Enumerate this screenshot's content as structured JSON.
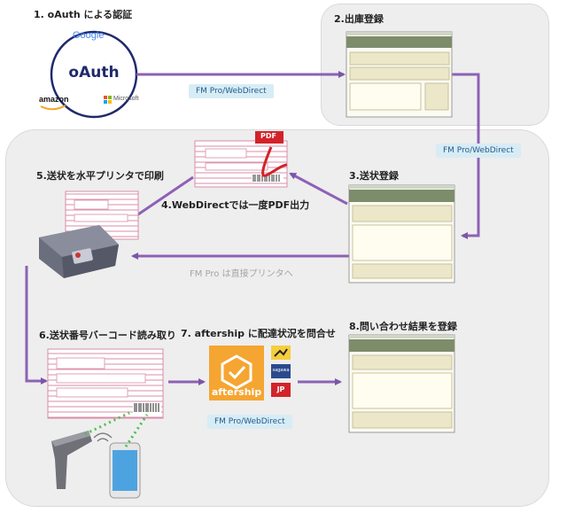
{
  "steps": {
    "s1": "1. oAuth による認証",
    "s2": "2.出庫登録",
    "s3": "3.送状登録",
    "s4": "4.WebDirectでは一度PDF出力",
    "s5": "5.送状を水平プリンタで印刷",
    "s6": "6.送状番号バーコード読み取り",
    "s7": "7. aftership に配達状況を問合せ",
    "s8": "8.問い合わせ結果を登録"
  },
  "oauth": {
    "center": "oAuth",
    "google": "Google",
    "amazon": "amazon",
    "microsoft": "Microsoft"
  },
  "labels": {
    "fm_webdirect": "FM Pro/WebDirect",
    "fm_printer": "FM Pro は直接プリンタへ",
    "pdf": "PDF"
  },
  "aftership": {
    "name": "aftership",
    "carriers": [
      "sagawa",
      "JP"
    ]
  },
  "colors": {
    "arrow": "#9b6fbd",
    "panel": "#eeeeee",
    "tag_bg": "#d8ecf6",
    "aftership": "#f5a531",
    "form_green": "#7d8c6a"
  }
}
